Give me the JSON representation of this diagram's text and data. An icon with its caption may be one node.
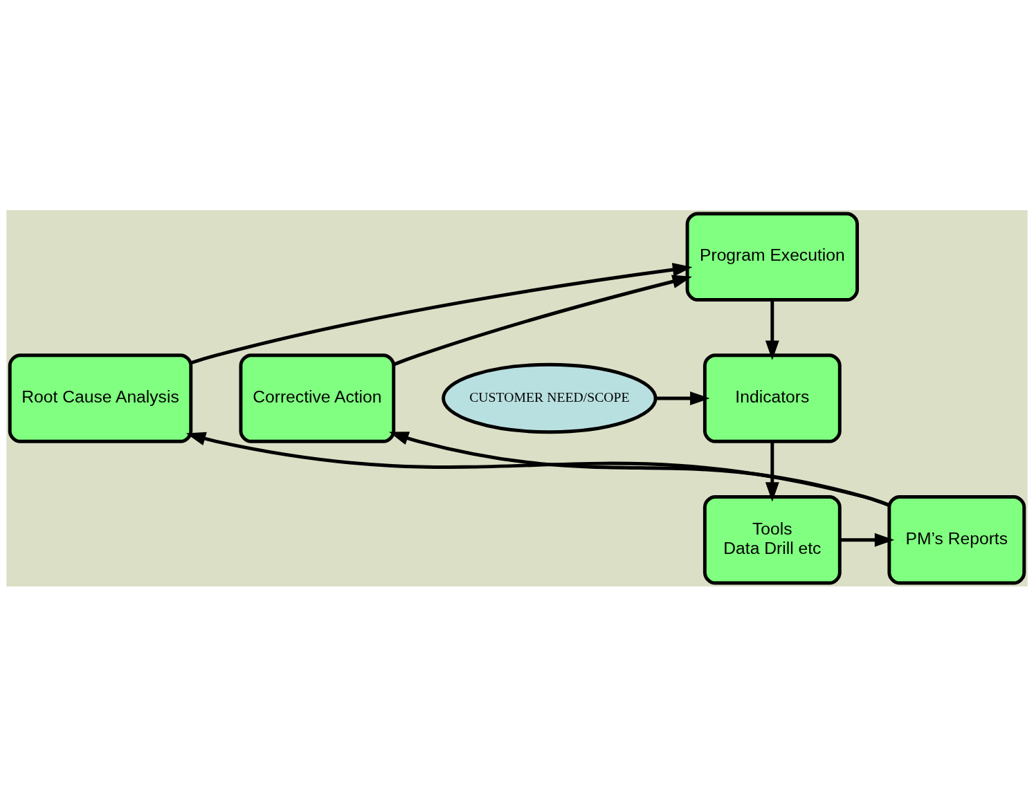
{
  "diagram": {
    "nodes": [
      {
        "text": [
          "Program Execution"
        ]
      },
      {
        "text": [
          "CUSTOMER NEED/SCOPE"
        ]
      },
      {
        "text": [
          "Indicators"
        ]
      },
      {
        "text": [
          "Root Cause Analysis"
        ]
      },
      {
        "text": [
          "Corrective Action"
        ]
      },
      {
        "text": [
          "Tools",
          "Data Drill etc"
        ]
      },
      {
        "text": [
          "PM’s Reports"
        ]
      }
    ],
    "edges": [
      {
        "from": 0,
        "to": 2,
        "arrow": "to"
      },
      {
        "from": 1,
        "to": 2,
        "arrow": "to"
      },
      {
        "from": 2,
        "to": 5,
        "arrow": "to"
      },
      {
        "from": 5,
        "to": 6,
        "arrow": "to"
      },
      {
        "from": 6,
        "to": 3,
        "arrow": "to"
      },
      {
        "from": 6,
        "to": 4,
        "arrow": "to"
      },
      {
        "from": 3,
        "to": 0,
        "arrow": "to"
      },
      {
        "from": 4,
        "to": 0,
        "arrow": "to"
      }
    ]
  }
}
